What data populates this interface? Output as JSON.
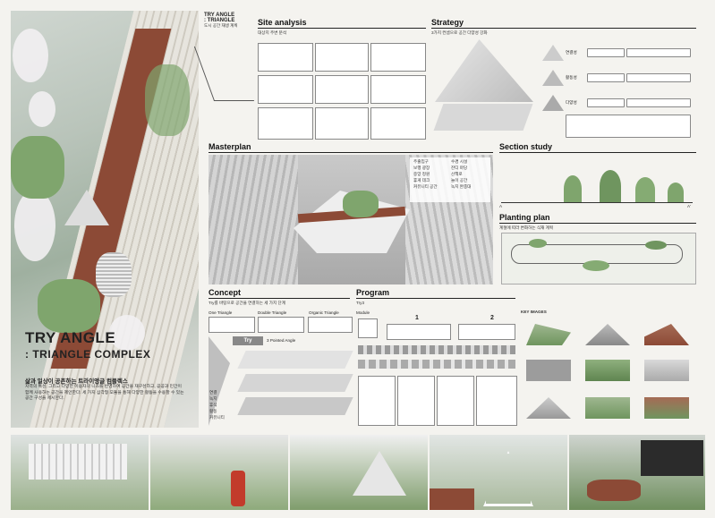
{
  "colors": {
    "brick": "#8c4a36",
    "grass": "#7fa56d",
    "panel": "#fafaf7"
  },
  "intro": {
    "title_line1": "TRY ANGLE",
    "title_line2": ": TRIANGLE",
    "subtitle": "도시 공간 재생 계획"
  },
  "sections": {
    "site_analysis": "Site analysis",
    "site_analysis_sub": "대상지 주변 분석",
    "strategy": "Strategy",
    "strategy_sub": "3가지 컨셉으로 공간 다양성 강화",
    "masterplan": "Masterplan",
    "section_study": "Section study",
    "planting_plan": "Planting plan",
    "concept": "Concept",
    "concept_sub": "Try를 바탕으로 공간을 연결하는 세 가지 단계",
    "program": "Program",
    "program_sub": "Try3"
  },
  "hero": {
    "title_line1": "TRY ANGLE",
    "title_line2": ": TRIANGLE COMPLEX",
    "subtitle": "삶과 일상이 공존하는 트라이앵글 컴플렉스",
    "description": "지역의 특성, 그리고 다양한 이용자의 니즈를 반영하여 공간을 재구성하고, 공공과 민간이 함께 사용하는 공간을 제안한다. 세 가지 삼각형 모듈을 통해 다양한 활동을 수용할 수 있는 공간 구성을 제시한다."
  },
  "concept": {
    "cols": [
      "One Triangle",
      "Double Triangle",
      "Organic Triangle"
    ],
    "try_label": "Try",
    "try_points": "3 Pointed Angle",
    "legend": [
      "연결",
      "녹지",
      "휴식",
      "활동",
      "커뮤니티"
    ]
  },
  "program": {
    "steps": [
      "1",
      "2"
    ],
    "left_label": "Module"
  },
  "masterplan": {
    "legend": [
      "주출입구",
      "보행 광장",
      "중앙 정원",
      "휴게 데크",
      "커뮤니티 공간",
      "수경 시설",
      "잔디 마당",
      "산책로",
      "놀이 공간",
      "녹지 완충대"
    ]
  },
  "section": {
    "marker_left": "A",
    "marker_right": "A'"
  },
  "planting": {
    "note": "계절에 따라 변화하는 식재 계획"
  },
  "strategy_rows": [
    "연결성",
    "활동성",
    "다양성"
  ],
  "key_views": "KEY IMAGES"
}
